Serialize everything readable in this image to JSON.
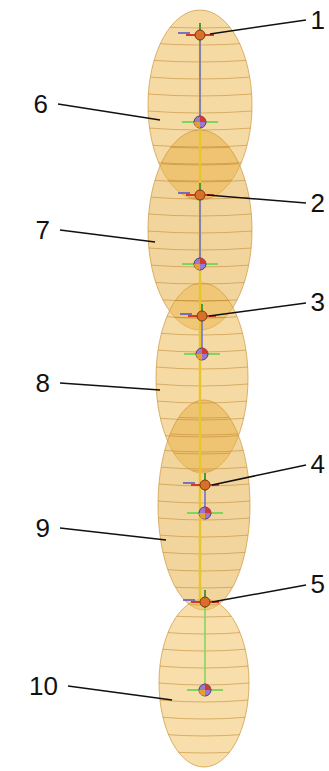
{
  "diagram": {
    "labels": [
      "1",
      "6",
      "2",
      "7",
      "3",
      "8",
      "4",
      "9",
      "5",
      "10"
    ]
  }
}
